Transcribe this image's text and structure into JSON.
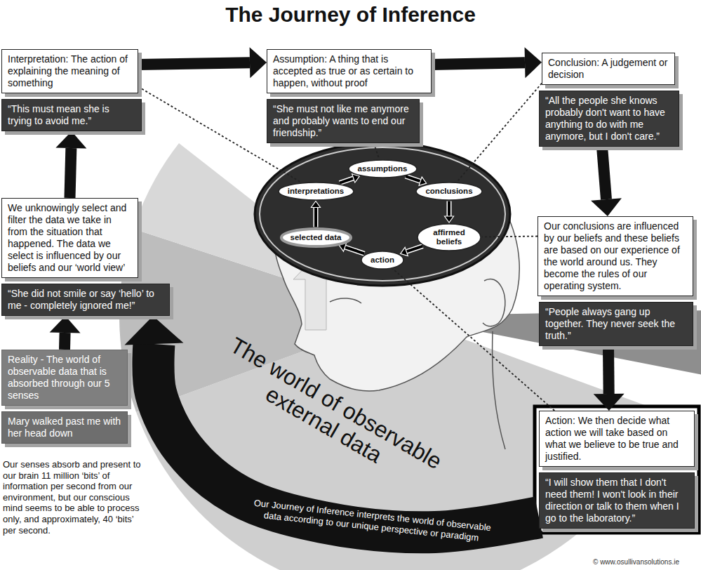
{
  "diagram": {
    "title": "The Journey of Inference",
    "nodes": [
      {
        "text": [
          "Interpretation: The action of explaining the meaning of something"
        ]
      },
      {
        "text": [
          "“This must mean she is trying to avoid me.”"
        ]
      },
      {
        "text": [
          "Assumption: A thing that is accepted as true or as certain to happen, without proof"
        ]
      },
      {
        "text": [
          "“She must not like me anymore and probably wants to end our friendship.”"
        ]
      },
      {
        "text": [
          "Conclusion: A judgement or decision"
        ]
      },
      {
        "text": [
          "“All the people she knows probably don't want to have anything to do with me anymore, but I don't care.”"
        ]
      },
      {
        "text": [
          "assumptions"
        ]
      },
      {
        "text": [
          "conclusions"
        ]
      },
      {
        "text": [
          "interpretations"
        ]
      },
      {
        "text": [
          "affirmed beliefs"
        ]
      },
      {
        "text": [
          "selected data"
        ]
      },
      {
        "text": [
          "action"
        ]
      },
      {
        "text": [
          "We unknowingly select and filter the data we take in from the situation that happened. The data we select is influenced by our beliefs and our ‘world view’"
        ]
      },
      {
        "text": [
          "“She did not smile or say ‘hello’ to me - completely ignored me!”"
        ]
      },
      {
        "text": [
          "Our conclusions are influenced by our beliefs and these beliefs are based on our experience of the world around us. They become the rules of our operating system."
        ]
      },
      {
        "text": [
          "“People always gang up together. They never seek the truth.”"
        ]
      },
      {
        "text": [
          "Reality - The world of observable data that is absorbed through our 5 senses"
        ]
      },
      {
        "text": [
          "Mary walked past me with her head down"
        ]
      },
      {
        "text": [
          "Action: We then decide what action we will take based on what we believe to be true and justified."
        ]
      },
      {
        "text": [
          "“I will show them that I don't need them! I won't look in their direction or talk to them when I go to the laboratory.”"
        ]
      }
    ],
    "edges": [
      {
        "from": 0,
        "to": 2,
        "arrow": "to"
      },
      {
        "from": 2,
        "to": 4,
        "arrow": "to"
      },
      {
        "from": 5,
        "to": 14,
        "arrow": "to"
      },
      {
        "from": 15,
        "to": 18,
        "arrow": "to"
      },
      {
        "from": 19,
        "to": 13,
        "label": "Our Journey of Inference interprets the world of observable data according to our unique perspective or paradigm",
        "arrow": "to"
      },
      {
        "from": 16,
        "to": 13,
        "arrow": "to"
      },
      {
        "from": 12,
        "to": 1,
        "arrow": "to"
      },
      {
        "from": 10,
        "to": 8,
        "arrow": "to"
      },
      {
        "from": 8,
        "to": 6,
        "arrow": "to"
      },
      {
        "from": 6,
        "to": 7,
        "arrow": "to"
      },
      {
        "from": 7,
        "to": 9,
        "arrow": "to"
      },
      {
        "from": 9,
        "to": 11,
        "arrow": "to"
      },
      {
        "from": 11,
        "to": 10,
        "arrow": "to"
      },
      {
        "from": 0,
        "to": 8,
        "arrow": "none"
      },
      {
        "from": 3,
        "to": 6,
        "arrow": "none"
      },
      {
        "from": 4,
        "to": 7,
        "arrow": "none"
      },
      {
        "from": 14,
        "to": 9,
        "arrow": "none"
      },
      {
        "from": 18,
        "to": 11,
        "arrow": "none"
      }
    ],
    "labels": [
      "Our senses absorb and present to our brain 11 million ‘bits’ of information per second from our environment, but our conscious mind seems to be able to process only, and approximately, 40 ‘bits’ per second.",
      "The world of observable external data",
      "© www.osullivansolutions.ie"
    ]
  }
}
